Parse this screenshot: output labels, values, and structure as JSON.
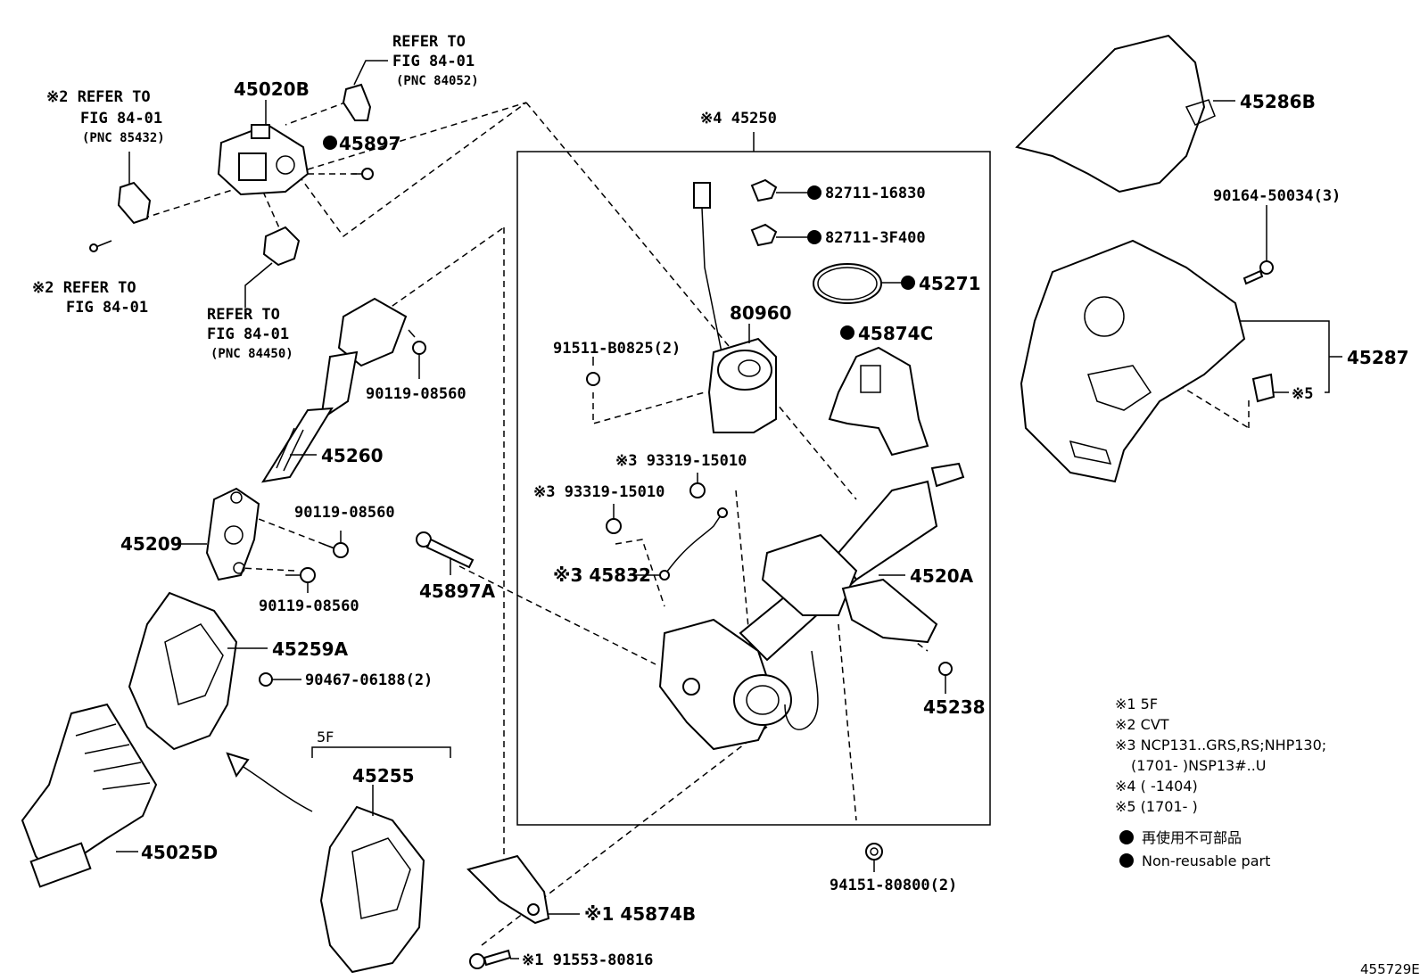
{
  "diagram_id": "455729E",
  "labels": {
    "p45020B": "45020B",
    "p45897": "45897",
    "refer_84052_a": "REFER TO",
    "refer_84052_b": "FIG 84-01",
    "refer_84052_c": "(PNC 84052)",
    "refer_85432_a": "※2 REFER TO",
    "refer_85432_b": "FIG 84-01",
    "refer_85432_c": "(PNC 85432)",
    "refer_cvt_a": "※2 REFER TO",
    "refer_cvt_b": "FIG 84-01",
    "refer_84450_a": "REFER TO",
    "refer_84450_b": "FIG 84-01",
    "refer_84450_c": "(PNC 84450)",
    "p90119_a": "90119-08560",
    "p45260": "45260",
    "p90119_b": "90119-08560",
    "p45209": "45209",
    "p90119_c": "90119-08560",
    "p45897A": "45897A",
    "p45259A": "45259A",
    "p90467": "90467-06188(2)",
    "p5F_group": "5F",
    "p45255": "45255",
    "p45025D": "45025D",
    "p45250": "※4 45250",
    "p82711_16830": "82711-16830",
    "p82711_3F400": "82711-3F400",
    "p45271": "45271",
    "p80960": "80960",
    "p45874C": "45874C",
    "p91511": "91511-B0825(2)",
    "p93319_a": "※3 93319-15010",
    "p93319_b": "※3 93319-15010",
    "p45832": "※3 45832",
    "p4520A": "4520A",
    "p45238": "45238",
    "p94151": "94151-80800(2)",
    "p45874B": "※1 45874B",
    "p91553": "※1 91553-80816",
    "p45286B": "45286B",
    "p90164": "90164-50034(3)",
    "p45287": "45287",
    "p_note5": "※5"
  },
  "legend": {
    "notes": [
      "※1 5F",
      "※2 CVT",
      "※3 NCP131..GRS,RS;NHP130;",
      "(1701-      )NSP13#..U",
      "※4 (      -1404)",
      "※5 (1701-      )"
    ],
    "non_reusable_jp": "再使用不可部品",
    "non_reusable_en": "Non-reusable part"
  }
}
